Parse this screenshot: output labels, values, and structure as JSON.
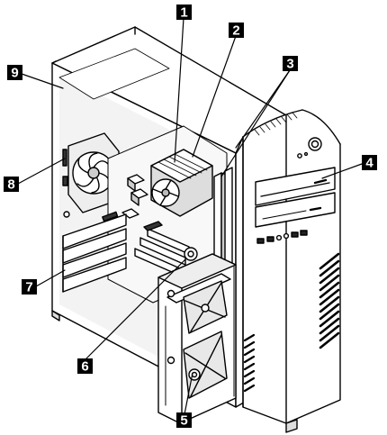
{
  "diagram": {
    "callouts": [
      {
        "id": "c1",
        "label": "1"
      },
      {
        "id": "c2",
        "label": "2"
      },
      {
        "id": "c3",
        "label": "3"
      },
      {
        "id": "c4",
        "label": "4"
      },
      {
        "id": "c5",
        "label": "5"
      },
      {
        "id": "c6",
        "label": "6"
      },
      {
        "id": "c7",
        "label": "7"
      },
      {
        "id": "c8",
        "label": "8"
      },
      {
        "id": "c9",
        "label": "9"
      }
    ],
    "colors": {
      "line": "#000000",
      "panel": "#ffffff",
      "shade": "#e6e6e6",
      "callout_bg": "#000000",
      "callout_fg": "#ffffff"
    }
  }
}
